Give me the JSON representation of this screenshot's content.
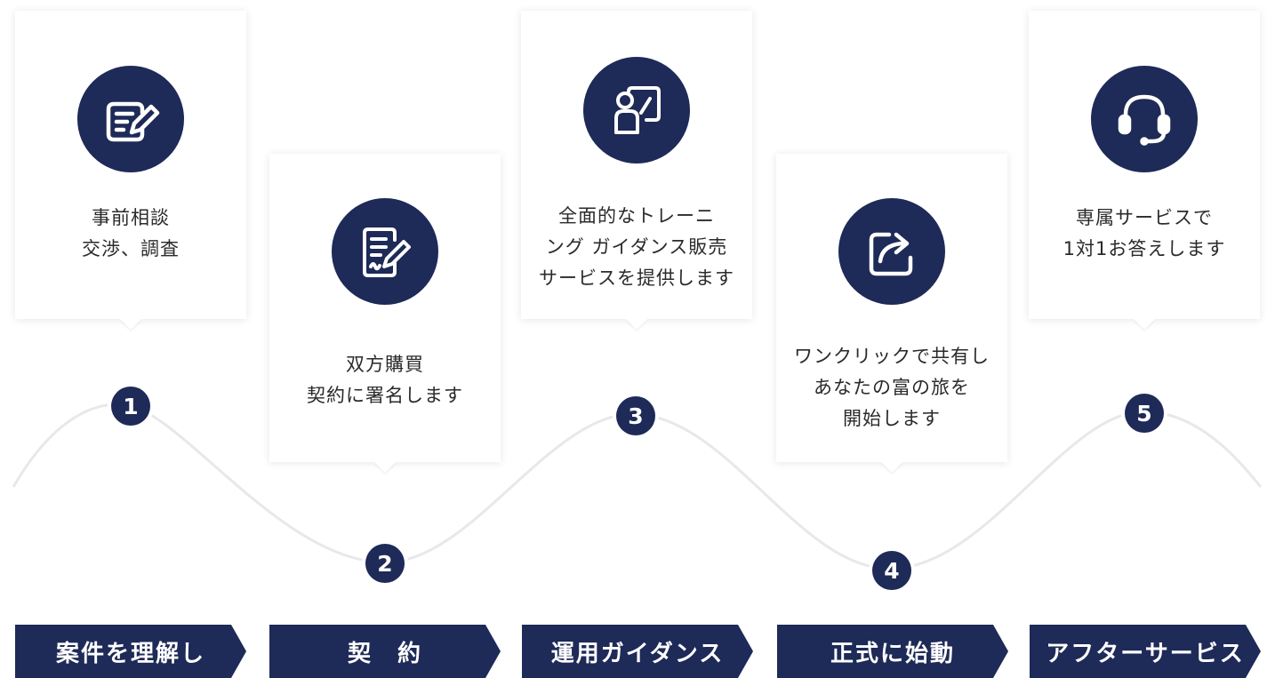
{
  "steps": [
    {
      "number": "1",
      "title": "案件を理解し",
      "icon": "edit-note-icon",
      "lines": [
        "事前相談",
        "交渉、調査"
      ]
    },
    {
      "number": "2",
      "title": "契　約",
      "icon": "contract-sign-icon",
      "lines": [
        "双方購買",
        "契約に署名します"
      ]
    },
    {
      "number": "3",
      "title": "運用ガイダンス",
      "icon": "training-presentation-icon",
      "lines": [
        "全面的なトレーニ",
        "ング ガイダンス販売",
        "サービスを提供します"
      ]
    },
    {
      "number": "4",
      "title": "正式に始動",
      "icon": "share-icon",
      "lines": [
        "ワンクリックで共有し",
        "あなたの富の旅を",
        "開始します"
      ]
    },
    {
      "number": "5",
      "title": "アフターサービス",
      "icon": "headset-icon",
      "lines": [
        "専属サービスで",
        "1対1お答えします"
      ]
    }
  ],
  "colors": {
    "primary": "#1e2a57",
    "card": "#ffffff",
    "wave": "#e8e8ec"
  }
}
